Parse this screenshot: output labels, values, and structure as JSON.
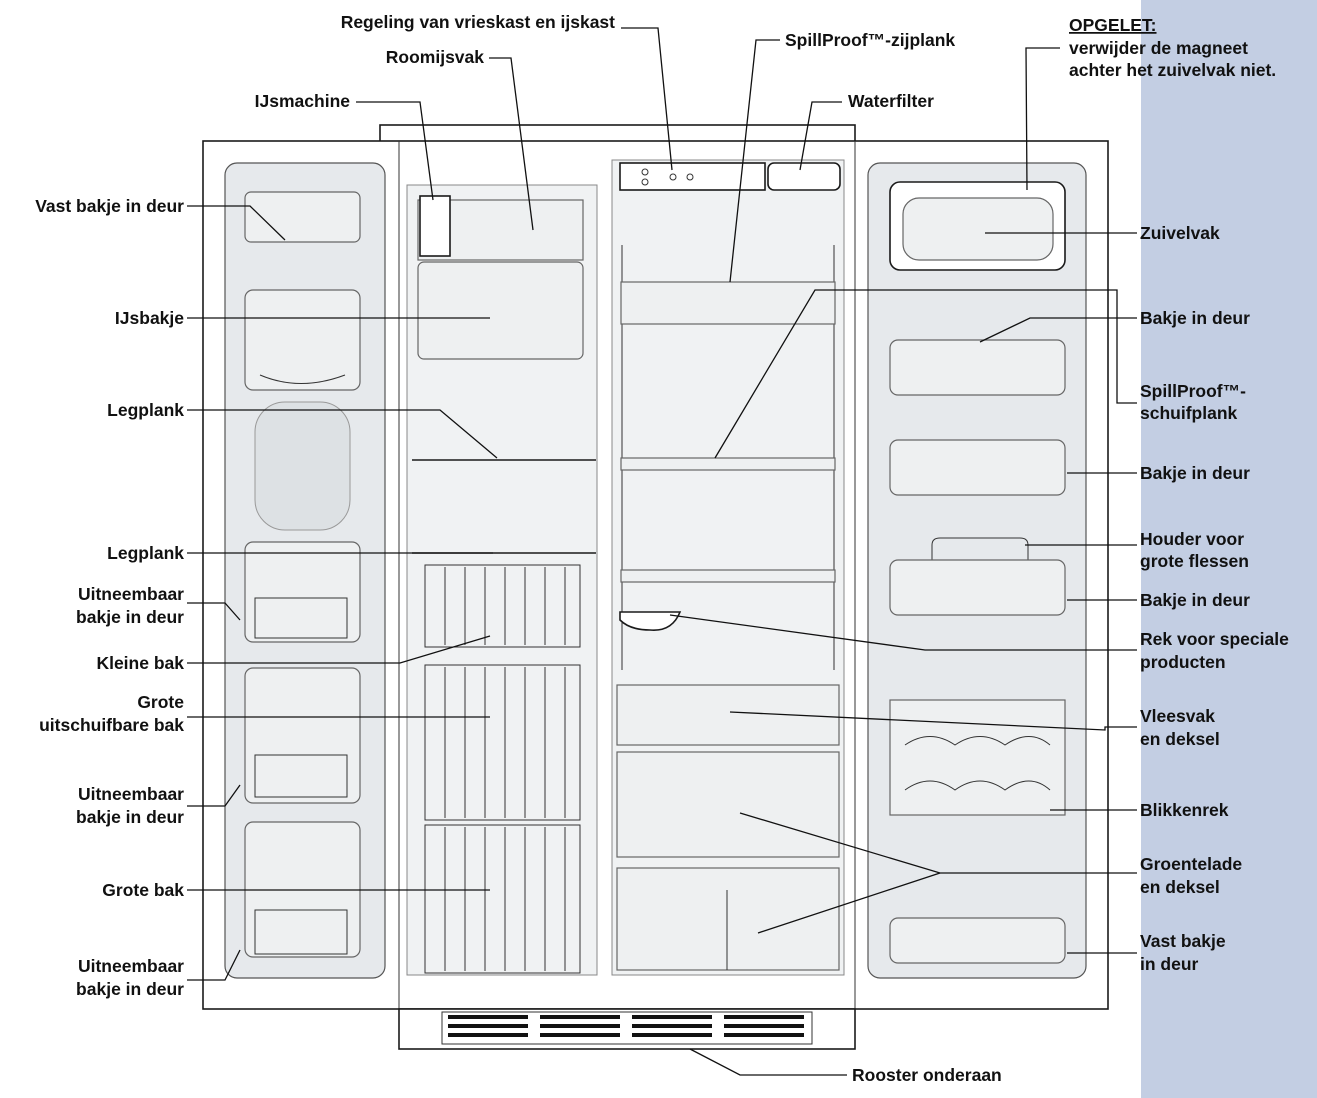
{
  "colors": {
    "side_panel": "#c3cee3",
    "cabinet_shade": "#e6e9ec",
    "line": "#111111"
  },
  "labels": {
    "controls": "Regeling van vrieskast en ijskast",
    "ice_cream": "Roomijsvak",
    "ice_maker": "IJsmachine",
    "spillproof_side": "SpillProof™-zijplank",
    "water_filter": "Waterfilter",
    "caution_title": "OPGELET:",
    "caution_line1": "verwijder de magneet",
    "caution_line2": "achter het zuivelvak niet.",
    "fixed_door_bin_top": "Vast bakje in deur",
    "ice_bin": "IJsbakje",
    "shelf_1": "Legplank",
    "shelf_2": "Legplank",
    "removable_bin_1_l1": "Uitneembaar",
    "removable_bin_1_l2": "bakje in deur",
    "small_basket": "Kleine bak",
    "large_sliding_l1": "Grote",
    "large_sliding_l2": "uitschuifbare bak",
    "removable_bin_2_l1": "Uitneembaar",
    "removable_bin_2_l2": "bakje in deur",
    "large_basket": "Grote bak",
    "removable_bin_3_l1": "Uitneembaar",
    "removable_bin_3_l2": "bakje in deur",
    "dairy": "Zuivelvak",
    "door_bin_1": "Bakje in deur",
    "spillproof_slide_l1": "SpillProof™-",
    "spillproof_slide_l2": "schuifplank",
    "door_bin_2": "Bakje in deur",
    "bottle_holder_l1": "Houder voor",
    "bottle_holder_l2": "grote flessen",
    "door_bin_3": "Bakje in deur",
    "special_rack_l1": "Rek voor speciale",
    "special_rack_l2": "producten",
    "meat_drawer_l1": "Vleesvak",
    "meat_drawer_l2": "en deksel",
    "can_rack": "Blikkenrek",
    "crisper_l1": "Groentelade",
    "crisper_l2": "en deksel",
    "fixed_bin_bottom_l1": "Vast bakje",
    "fixed_bin_bottom_l2": "in deur",
    "bottom_grille": "Rooster onderaan"
  }
}
